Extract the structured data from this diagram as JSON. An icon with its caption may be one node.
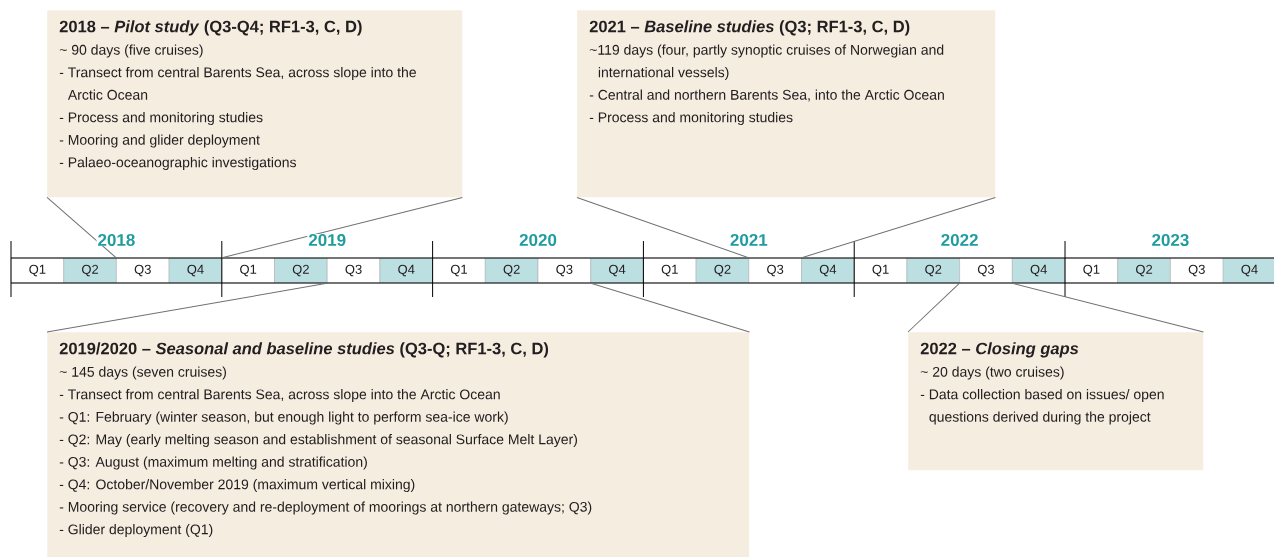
{
  "diagram": {
    "nodes": [
      {
        "text": [
          "2018 – *Pilot study* (Q3-Q4; RF1-3, C, D)",
          "~ 90 days (five cruises)",
          "- Transect from central Barents Sea, across slope into the Arctic Ocean",
          "- Process and monitoring studies",
          "- Mooring and glider deployment",
          "- Palaeo-oceanographic investigations"
        ]
      },
      {
        "text": [
          "2021 – *Baseline studies* (Q3; RF1-3, C, D)",
          "~119 days (four, partly synoptic cruises of Norwegian and international vessels)",
          "- Central and northern Barents Sea, into the Arctic Ocean",
          "- Process and monitoring studies"
        ]
      },
      {
        "text": [
          "Q1"
        ]
      },
      {
        "text": [
          "Q2"
        ]
      },
      {
        "text": [
          "Q3"
        ]
      },
      {
        "text": [
          "Q4"
        ]
      },
      {
        "text": [
          "Q1"
        ]
      },
      {
        "text": [
          "Q2"
        ]
      },
      {
        "text": [
          "Q3"
        ]
      },
      {
        "text": [
          "Q4"
        ]
      },
      {
        "text": [
          "Q1"
        ]
      },
      {
        "text": [
          "Q2"
        ]
      },
      {
        "text": [
          "Q3"
        ]
      },
      {
        "text": [
          "Q4"
        ]
      },
      {
        "text": [
          "Q1"
        ]
      },
      {
        "text": [
          "Q2"
        ]
      },
      {
        "text": [
          "Q3"
        ]
      },
      {
        "text": [
          "Q4"
        ]
      },
      {
        "text": [
          "Q1"
        ]
      },
      {
        "text": [
          "Q2"
        ]
      },
      {
        "text": [
          "Q3"
        ]
      },
      {
        "text": [
          "Q4"
        ]
      },
      {
        "text": [
          "Q1"
        ]
      },
      {
        "text": [
          "Q2"
        ]
      },
      {
        "text": [
          "Q3"
        ]
      },
      {
        "text": [
          "Q4"
        ]
      },
      {
        "text": [
          "2019/2020 – *Seasonal and baseline studies* (Q3-Q; RF1-3, C, D)",
          "~ 145 days (seven cruises)",
          "- Transect from central Barents Sea, across slope into the Arctic Ocean",
          "- Q1: February (winter season, but enough light to perform sea-ice work)",
          "- Q2: May (early melting season and establishment of seasonal Surface Melt Layer)",
          "- Q3: August (maximum melting and stratification)",
          "- Q4: October/November 2019 (maximum vertical mixing)",
          "- Mooring service (recovery and re-deployment of moorings at northern gateways; Q3)",
          "- Glider deployment (Q1)"
        ]
      },
      {
        "text": [
          "2022 – *Closing gaps*",
          "~ 20 days (two cruises)",
          "- Data collection based on issues/ open questions derived during the project"
        ]
      }
    ],
    "edges": [
      {
        "from": 0,
        "to": 4,
        "arrow": "none"
      },
      {
        "from": 0,
        "to": 5,
        "arrow": "none"
      },
      {
        "from": 1,
        "to": 16,
        "arrow": "none"
      },
      {
        "from": 1,
        "to": 16,
        "arrow": "none"
      },
      {
        "from": 26,
        "to": 8,
        "arrow": "none"
      },
      {
        "from": 26,
        "to": 12,
        "arrow": "none"
      },
      {
        "from": 27,
        "to": 20,
        "arrow": "none"
      },
      {
        "from": 27,
        "to": 20,
        "arrow": "none"
      }
    ],
    "labels": [
      "2018",
      "2019",
      "2020",
      "2021",
      "2022",
      "2023"
    ]
  }
}
